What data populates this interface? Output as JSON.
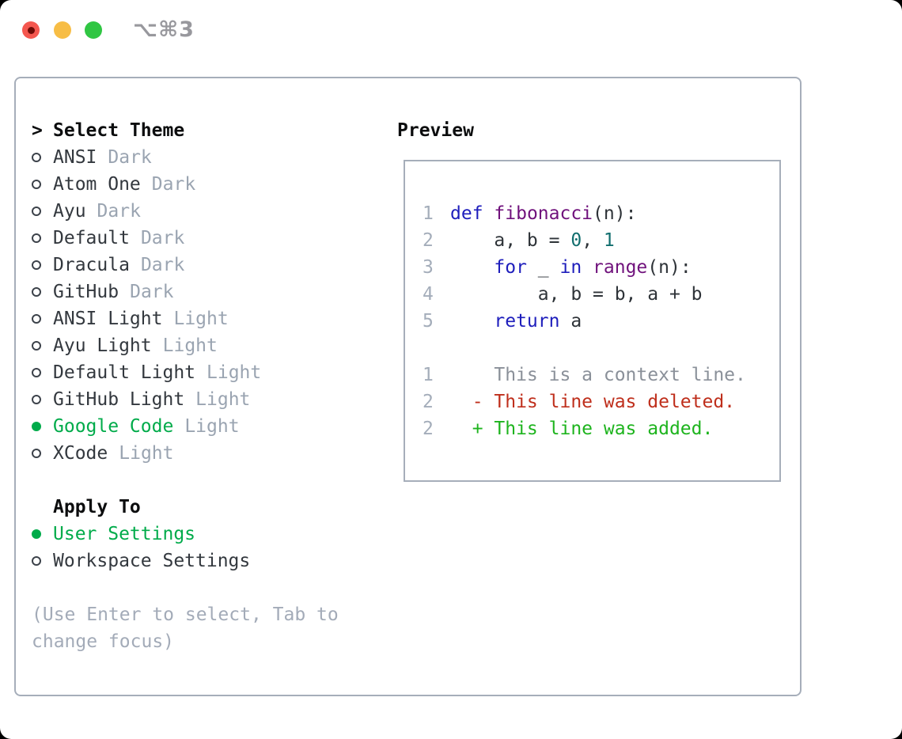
{
  "window": {
    "shortcut_label": "⌥⌘3"
  },
  "left": {
    "header_marker": ">",
    "header": "Select Theme",
    "themes": [
      {
        "name": "ANSI",
        "variant": "Dark",
        "selected": false
      },
      {
        "name": "Atom One",
        "variant": "Dark",
        "selected": false
      },
      {
        "name": "Ayu",
        "variant": "Dark",
        "selected": false
      },
      {
        "name": "Default",
        "variant": "Dark",
        "selected": false
      },
      {
        "name": "Dracula",
        "variant": "Dark",
        "selected": false
      },
      {
        "name": "GitHub",
        "variant": "Dark",
        "selected": false
      },
      {
        "name": "ANSI Light",
        "variant": "Light",
        "selected": false
      },
      {
        "name": "Ayu Light",
        "variant": "Light",
        "selected": false
      },
      {
        "name": "Default Light",
        "variant": "Light",
        "selected": false
      },
      {
        "name": "GitHub Light",
        "variant": "Light",
        "selected": false
      },
      {
        "name": "Google Code",
        "variant": "Light",
        "selected": true
      },
      {
        "name": "XCode",
        "variant": "Light",
        "selected": false
      }
    ],
    "apply_to": {
      "header": "Apply To",
      "options": [
        {
          "label": "User Settings",
          "selected": true
        },
        {
          "label": "Workspace Settings",
          "selected": false
        }
      ]
    },
    "help_lines": [
      "(Use Enter to select, Tab to",
      "change focus)"
    ]
  },
  "preview": {
    "title": "Preview",
    "code_lines": [
      {
        "num": "1",
        "tokens": [
          {
            "t": "def",
            "c": "kw"
          },
          {
            "t": " ",
            "c": "pl"
          },
          {
            "t": "fibonacci",
            "c": "fn"
          },
          {
            "t": "(n):",
            "c": "pl"
          }
        ]
      },
      {
        "num": "2",
        "tokens": [
          {
            "t": "    a, b = ",
            "c": "pl"
          },
          {
            "t": "0",
            "c": "num"
          },
          {
            "t": ", ",
            "c": "pl"
          },
          {
            "t": "1",
            "c": "num"
          }
        ]
      },
      {
        "num": "3",
        "tokens": [
          {
            "t": "    ",
            "c": "pl"
          },
          {
            "t": "for",
            "c": "kw"
          },
          {
            "t": " _ ",
            "c": "pl"
          },
          {
            "t": "in",
            "c": "kw"
          },
          {
            "t": " ",
            "c": "pl"
          },
          {
            "t": "range",
            "c": "fn"
          },
          {
            "t": "(n):",
            "c": "pl"
          }
        ]
      },
      {
        "num": "4",
        "tokens": [
          {
            "t": "        a, b = b, a + b",
            "c": "pl"
          }
        ]
      },
      {
        "num": "5",
        "tokens": [
          {
            "t": "    ",
            "c": "pl"
          },
          {
            "t": "return",
            "c": "kw"
          },
          {
            "t": " a",
            "c": "pl"
          }
        ]
      }
    ],
    "diff_lines": [
      {
        "num": "1",
        "tokens": [
          {
            "t": "    This is a context line.",
            "c": "ctx"
          }
        ]
      },
      {
        "num": "2",
        "tokens": [
          {
            "t": "  - This line was deleted.",
            "c": "del"
          }
        ]
      },
      {
        "num": "2",
        "tokens": [
          {
            "t": "  + This line was added.",
            "c": "add"
          }
        ]
      }
    ]
  },
  "colors": {
    "accent_green": "#00ab4a",
    "keyword_blue": "#1e1ebc",
    "function_purple": "#70127c",
    "number_teal": "#116e6e",
    "context_gray": "#8a9099",
    "deleted_red": "#bf2f1c",
    "added_green": "#1eb41e",
    "muted_gray": "#9aa4b1",
    "help_gray": "#a3abb8",
    "border_gray": "#a6aeba",
    "traffic_red": "#f4574f",
    "traffic_yellow": "#f7bd45",
    "traffic_green": "#30c643"
  }
}
